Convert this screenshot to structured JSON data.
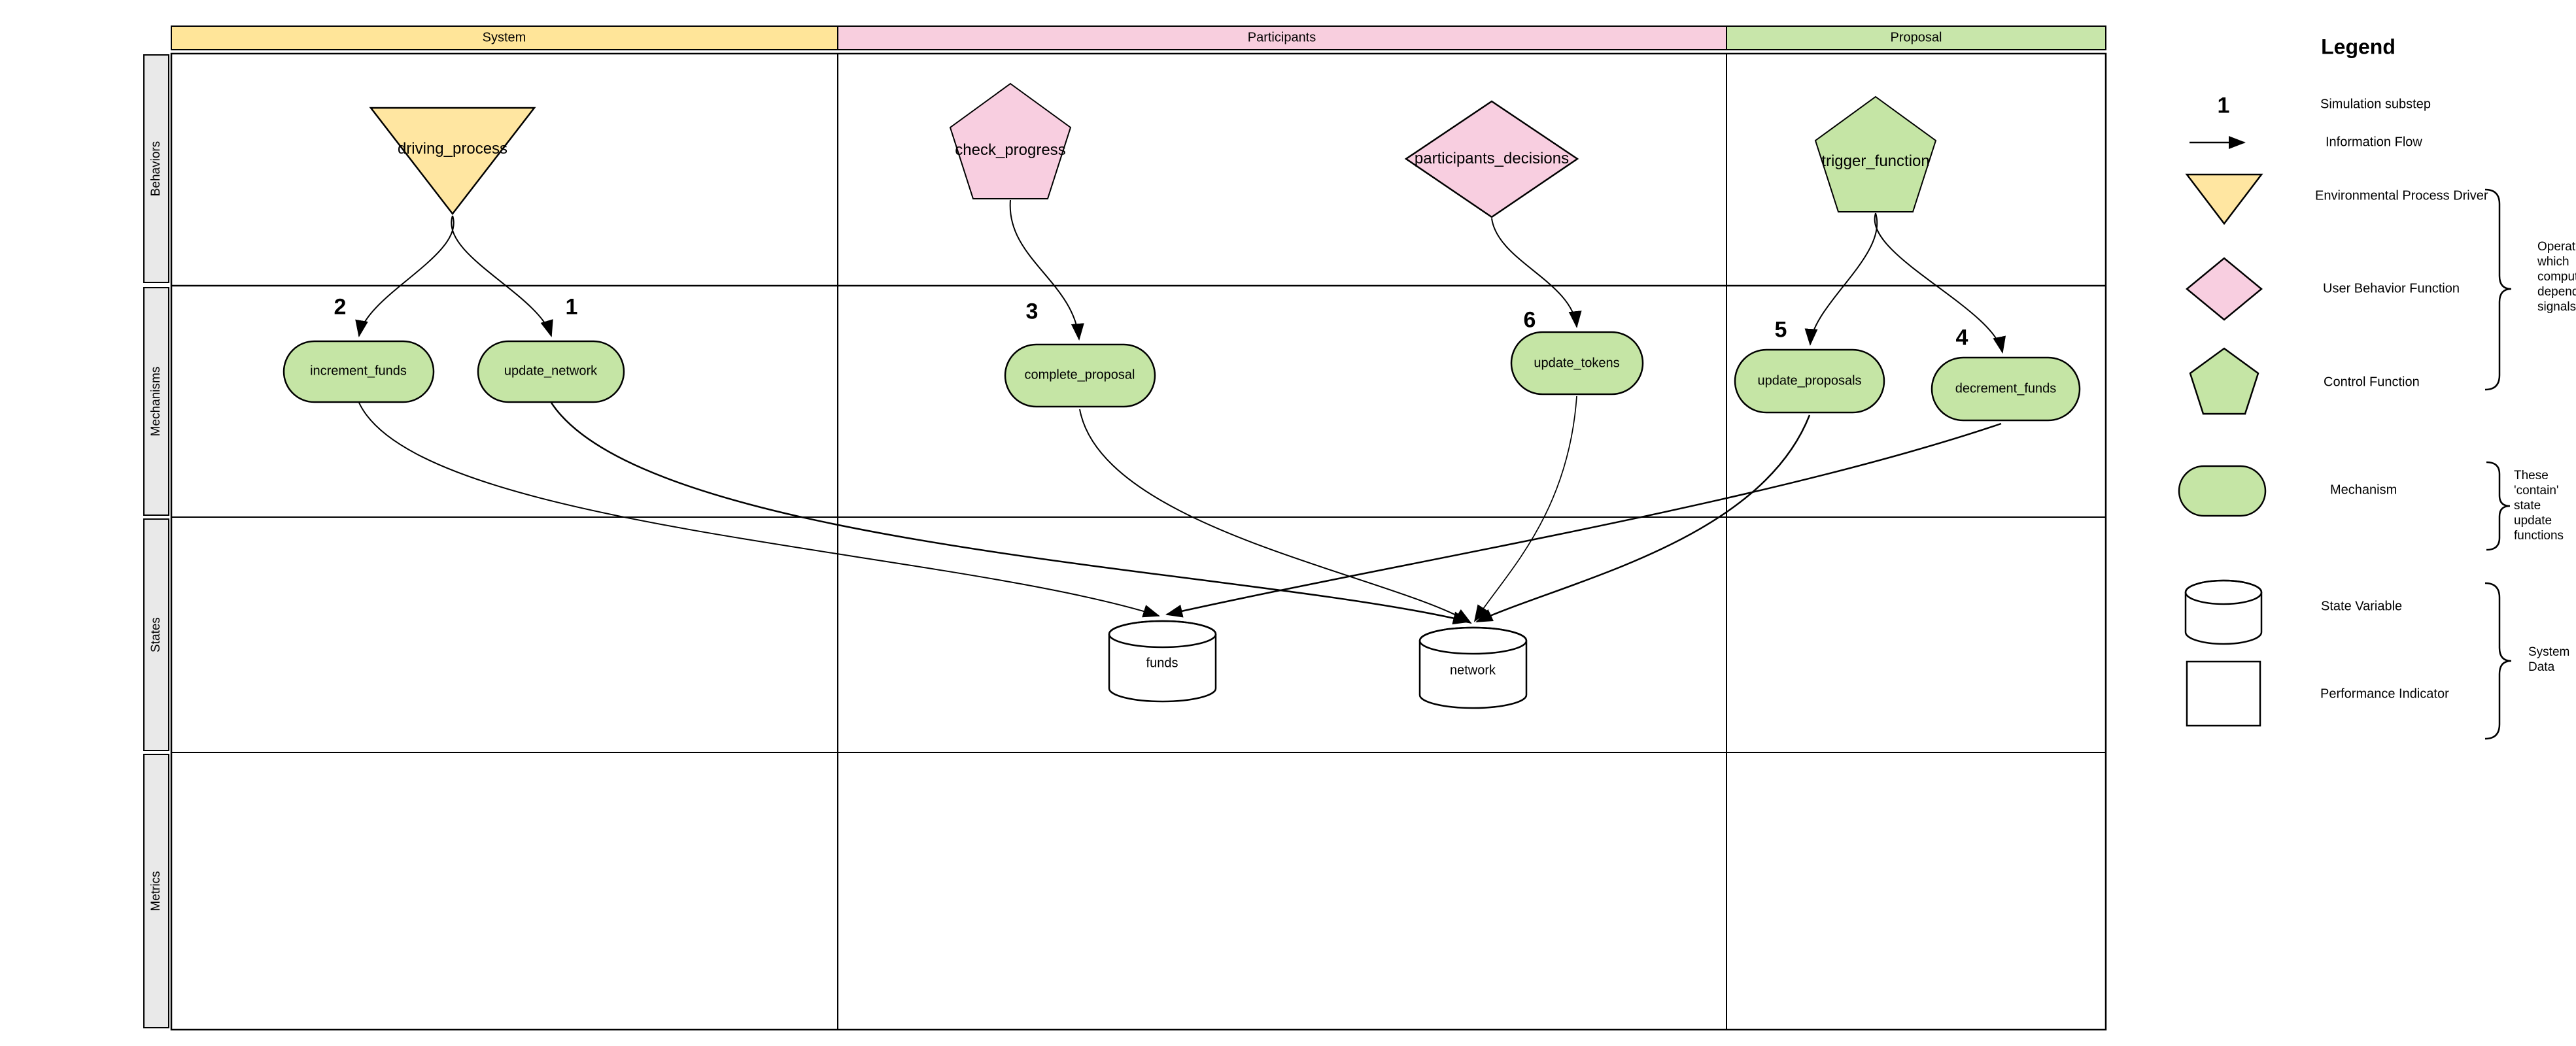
{
  "diagram": {
    "column_headers": [
      {
        "label": "System",
        "color": "#FFE599"
      },
      {
        "label": "Participants",
        "color": "#F8CEDE"
      },
      {
        "label": "Proposal",
        "color": "#C8E6AA"
      }
    ],
    "row_headers": [
      {
        "label": "Behaviors"
      },
      {
        "label": "Mechanisms"
      },
      {
        "label": "States"
      },
      {
        "label": "Metrics"
      }
    ],
    "behaviors": [
      {
        "label": "driving_process",
        "type": "environmental-process-driver",
        "column": "System"
      },
      {
        "label": "check_progress",
        "type": "user-behavior-function",
        "column": "Participants"
      },
      {
        "label": "participants_decisions",
        "type": "user-behavior-function",
        "column": "Participants"
      },
      {
        "label": "trigger_function",
        "type": "control-function",
        "column": "Proposal"
      }
    ],
    "mechanisms": [
      {
        "label": "increment_funds",
        "substep": "2",
        "column": "System"
      },
      {
        "label": "update_network",
        "substep": "1",
        "column": "System"
      },
      {
        "label": "complete_proposal",
        "substep": "3",
        "column": "Participants"
      },
      {
        "label": "update_tokens",
        "substep": "6",
        "column": "Participants"
      },
      {
        "label": "update_proposals",
        "substep": "5",
        "column": "Proposal"
      },
      {
        "label": "decrement_funds",
        "substep": "4",
        "column": "Proposal"
      }
    ],
    "states": [
      {
        "label": "funds",
        "column": "Participants"
      },
      {
        "label": "network",
        "column": "Participants"
      }
    ],
    "edges": [
      {
        "from": "driving_process",
        "to": "update_network",
        "substep": "1"
      },
      {
        "from": "driving_process",
        "to": "increment_funds",
        "substep": "2"
      },
      {
        "from": "check_progress",
        "to": "complete_proposal",
        "substep": "3"
      },
      {
        "from": "trigger_function",
        "to": "decrement_funds",
        "substep": "4"
      },
      {
        "from": "trigger_function",
        "to": "update_proposals",
        "substep": "5"
      },
      {
        "from": "participants_decisions",
        "to": "update_tokens",
        "substep": "6"
      },
      {
        "from": "increment_funds",
        "to": "funds"
      },
      {
        "from": "decrement_funds",
        "to": "funds"
      },
      {
        "from": "update_network",
        "to": "network"
      },
      {
        "from": "complete_proposal",
        "to": "network"
      },
      {
        "from": "update_tokens",
        "to": "network"
      },
      {
        "from": "update_proposals",
        "to": "network"
      }
    ]
  },
  "legend": {
    "title": "Legend",
    "substep_symbol": "1",
    "items": [
      {
        "symbol": "substep-number",
        "label": "Simulation substep"
      },
      {
        "symbol": "arrow",
        "label": "Information Flow"
      },
      {
        "symbol": "triangle-down",
        "label": "Environmental Process Driver"
      },
      {
        "symbol": "diamond",
        "label": "User Behavior Function"
      },
      {
        "symbol": "pentagon",
        "label": "Control Function"
      },
      {
        "symbol": "stadium",
        "label": "Mechanism"
      },
      {
        "symbol": "cylinder",
        "label": "State Variable"
      },
      {
        "symbol": "square",
        "label": "Performance Indicator"
      }
    ],
    "annotations": {
      "operators": "Operators which compute state dependent signals",
      "mechanisms": "These 'contain' state update functions",
      "system_data": "System Data"
    }
  },
  "colors": {
    "yellow": "#FFE6A1",
    "header_yellow": "#FFE599",
    "pink": "#F8CEE0",
    "header_pink": "#F8CEDE",
    "green": "#C5E5A5",
    "header_green": "#C8E6AA",
    "white": "#FFFFFF",
    "row_header_bg": "#E9E9E9"
  }
}
